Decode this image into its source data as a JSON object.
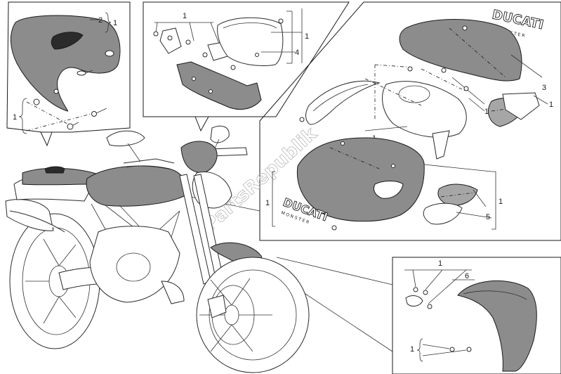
{
  "callouts": {
    "seat_cover_bracket": "2",
    "seat_cover": "1",
    "seat_fasteners": "1",
    "headlight_fasteners": "1",
    "headlight_cover": "1",
    "headlight_bracket": "4",
    "tank_top_fasteners": "1",
    "tank_cover_top": "3",
    "tank_cover_top_side": "1",
    "tank_center": "1",
    "tank_center_side": "1",
    "tank_grille": "5",
    "tank_left": "1",
    "tank_right": "1",
    "fender_fasteners_top": "1",
    "fender_part": "6",
    "fender_fasteners_bottom": "1"
  },
  "decals": {
    "brand": "DUCATI",
    "model": "MONSTER"
  },
  "watermark": "PartsRepublik",
  "colors": {
    "part_fill": "#8c8c8c",
    "part_fill_light": "#a6a6a6",
    "line": "#1a1a1a",
    "background": "#ffffff"
  }
}
